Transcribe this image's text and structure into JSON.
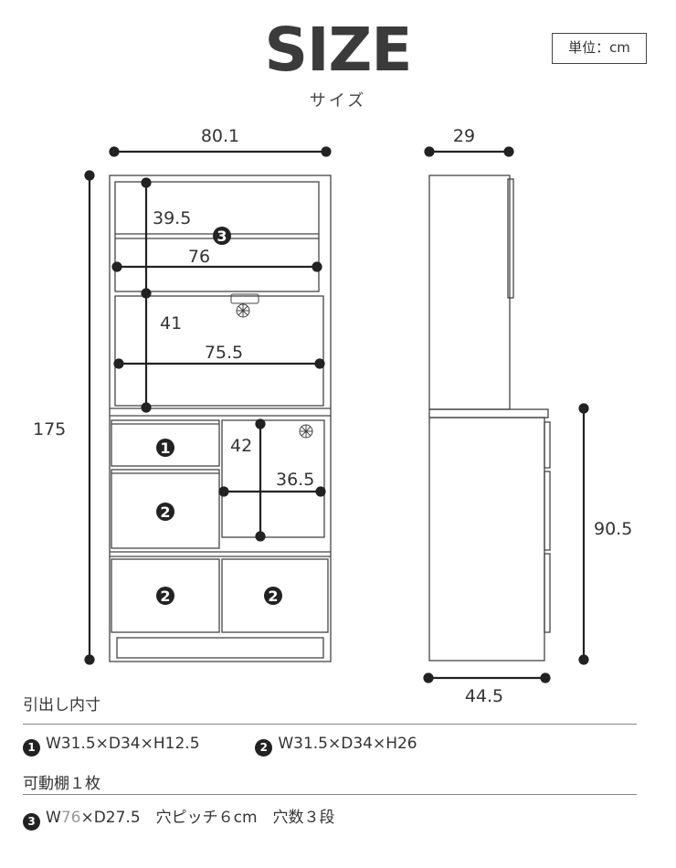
{
  "header": {
    "title": "SIZE",
    "subtitle": "サイズ",
    "unit_label": "単位：cm"
  },
  "front_view": {
    "width": "80.1",
    "height": "175",
    "upper_shelf_height": "39.5",
    "upper_shelf_width": "76",
    "middle_height": "41",
    "middle_width": "75.5",
    "door_height": "42",
    "door_width": "36.5",
    "shelf_marker": "3",
    "drawer_small_marker": "1",
    "drawer_large_marker": "2"
  },
  "side_view": {
    "top_depth": "29",
    "bottom_depth": "44.5",
    "lower_height": "90.5"
  },
  "specs": {
    "drawer_heading": "引出し内寸",
    "drawer1_marker": "1",
    "drawer1_text": "W31.5×D34×H12.5",
    "drawer2_marker": "2",
    "drawer2_text": "W31.5×D34×H26",
    "shelf_heading": "可動棚１枚",
    "shelf_marker": "3",
    "shelf_w_prefix": "W",
    "shelf_w_value": "76",
    "shelf_rest": "×D27.5　穴ピッチ６cm　穴数３段"
  }
}
